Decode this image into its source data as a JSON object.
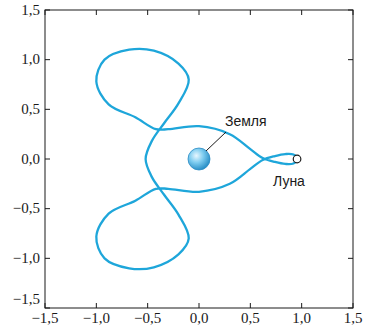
{
  "diagram": {
    "labels": [
      "1,5",
      "1,0",
      "0,5",
      "0,0",
      "−0,5",
      "−1,0",
      "−1,5",
      "−1,5",
      "−1,0",
      "−0,5",
      "0,0",
      "0,5",
      "1,0",
      "1,5",
      "Земля",
      "Луна"
    ]
  }
}
